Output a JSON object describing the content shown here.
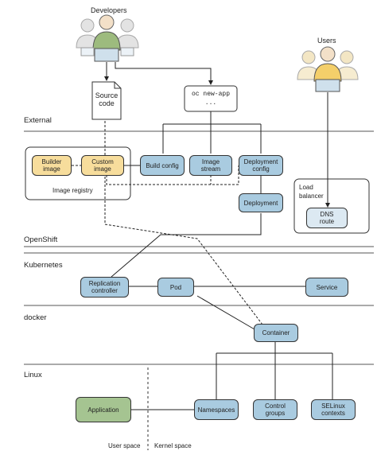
{
  "actors": {
    "developers": "Developers",
    "users": "Users"
  },
  "source_code": "Source\ncode",
  "command": {
    "line1": "oc new-app",
    "line2": "..."
  },
  "layers": {
    "external": "External",
    "openshift": "OpenShift",
    "kubernetes": "Kubernetes",
    "docker": "docker",
    "linux": "Linux"
  },
  "boxes": {
    "builder_image": "Builder\nimage",
    "custom_image": "Custom\nimage",
    "build_config": "Build config",
    "image_stream": "Image\nstream",
    "deployment_config": "Deployment\nconfig",
    "deployment": "Deployment",
    "dns_route": "DNS\nroute",
    "replication_controller": "Replication\ncontroller",
    "pod": "Pod",
    "service": "Service",
    "container": "Container",
    "application": "Application",
    "namespaces": "Namespaces",
    "control_groups": "Control\ngroups",
    "selinux_contexts": "SELinux\ncontexts"
  },
  "labels": {
    "image_registry": "Image registry",
    "load_balancer": "Load\nbalancer",
    "user_space": "User space",
    "kernel_space": "Kernel space"
  },
  "colors": {
    "object": "#a9cbe0",
    "image": "#f7dd9c",
    "application": "#a5c491",
    "route": "#dce9f2"
  }
}
